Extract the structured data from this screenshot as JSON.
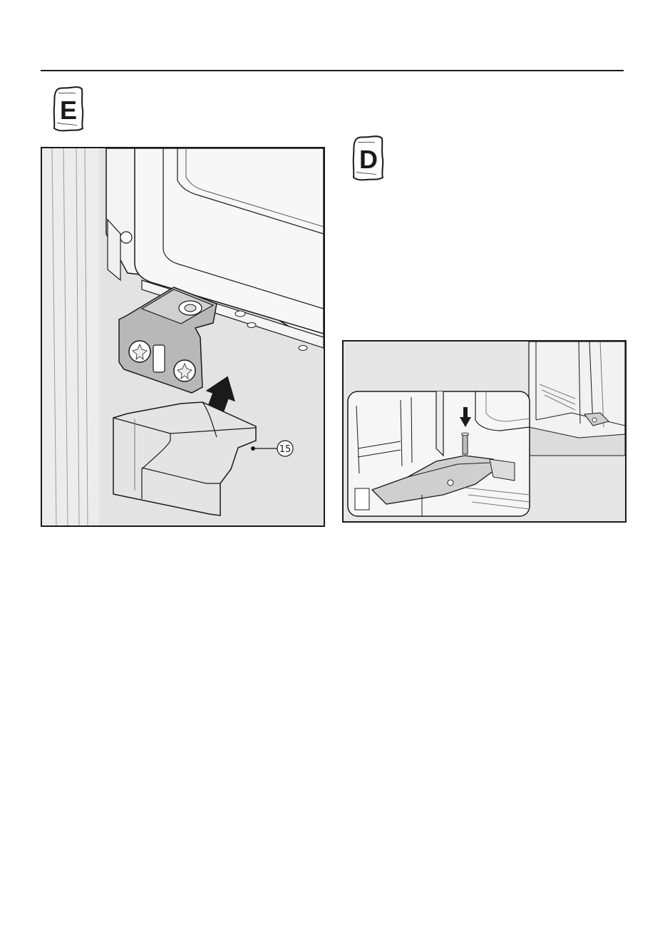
{
  "bag_e": {
    "letter": "E"
  },
  "bag_d": {
    "letter": "D"
  },
  "figure_left": {
    "callout": "15"
  }
}
